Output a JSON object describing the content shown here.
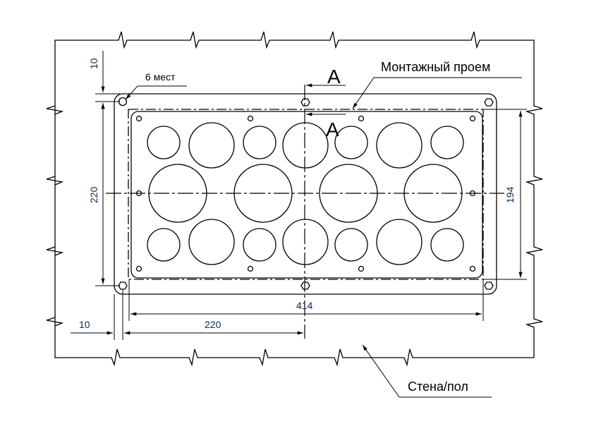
{
  "labels": {
    "mounting_opening": "Монтажный проем",
    "wall_floor": "Стена/пол",
    "places": "6 мест",
    "section_top": "А",
    "section_bottom": "А"
  },
  "dimensions": {
    "top_offset": "10",
    "left_height": "220",
    "right_height": "194",
    "total_width": "414",
    "half_width": "220",
    "left_offset": "10"
  },
  "colors": {
    "line": "#000000",
    "dimension_text": "#0d2a50"
  }
}
